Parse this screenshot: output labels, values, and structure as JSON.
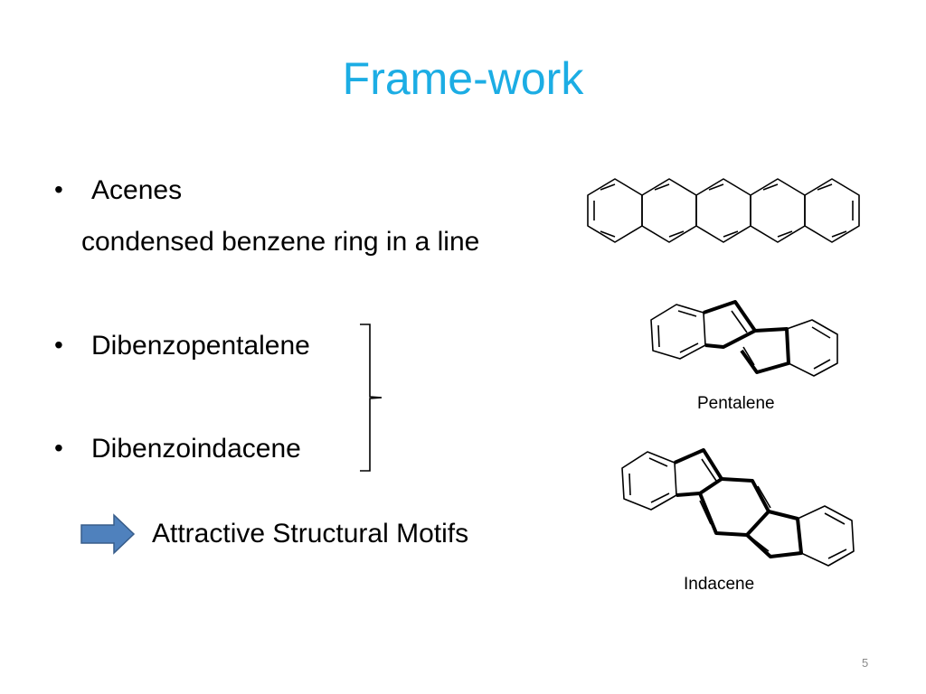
{
  "slide": {
    "title": "Frame-work",
    "page_number": "5"
  },
  "bullets": [
    {
      "text": "Acenes",
      "subtext": "condensed benzene ring in a line"
    },
    {
      "text": "Dibenzopentalene"
    },
    {
      "text": "Dibenzoindacene"
    }
  ],
  "conclusion": {
    "text": "Attractive Structural Motifs",
    "arrow_color": "#4F81BD"
  },
  "figures": {
    "pentalene_label": "Pentalene",
    "indacene_label": "Indacene"
  },
  "colors": {
    "title": "#1CADE4",
    "text": "#000000"
  }
}
